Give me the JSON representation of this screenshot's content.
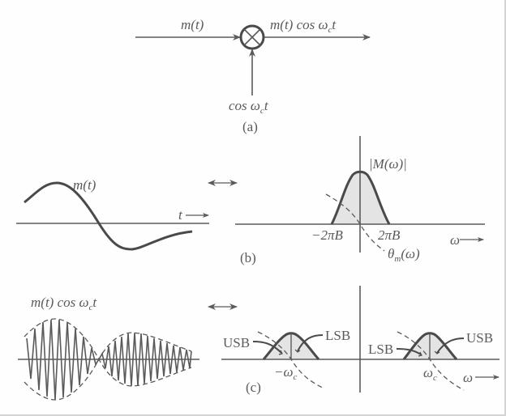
{
  "panel_a": {
    "caption": "(a)",
    "input_label": "m(t)",
    "output_label_main": "m(t) cos ω",
    "output_label_sub": "c",
    "output_label_end": "t",
    "carrier_label_main": "cos ω",
    "carrier_label_sub": "c",
    "carrier_label_end": "t",
    "block": "multiplier"
  },
  "panel_b": {
    "caption": "(b)",
    "time_label": "m(t)",
    "time_axis_label": "t",
    "spectrum_label": "|M(ω)|",
    "left_tick": "−2πB",
    "right_tick": "2πB",
    "freq_axis_label": "ω",
    "phase_label_main": "θ",
    "phase_label_sub": "m",
    "phase_label_end": "(ω)"
  },
  "panel_c": {
    "caption": "(c)",
    "time_label_main": "m(t) cos ω",
    "time_label_sub": "c",
    "time_label_end": "t",
    "left_band_outer": "USB",
    "left_band_inner": "LSB",
    "right_band_inner": "LSB",
    "right_band_outer": "USB",
    "neg_carrier_main": "−ω",
    "neg_carrier_sub": "c",
    "pos_carrier_main": "ω",
    "pos_carrier_sub": "c",
    "freq_axis_label": "ω"
  },
  "colors": {
    "ink": "#5a5a5a",
    "fill": "#e4e4e4"
  }
}
